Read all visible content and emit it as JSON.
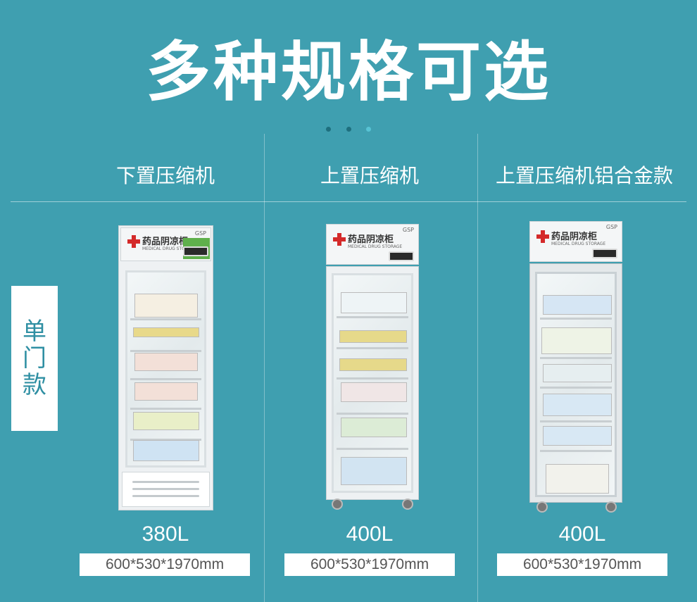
{
  "title": "多种规格可选",
  "colors": {
    "background": "#3f9fb0",
    "dot_dark": "#1e6f7e",
    "dot_light": "#58c3d4"
  },
  "columns": [
    {
      "title": "下置压缩机",
      "capacity": "380L",
      "dimensions": "600*530*1970mm",
      "brand": "药品阴凉柜",
      "brand_sub": "MEDICAL DRUG STORAGE",
      "gsp": "GSP"
    },
    {
      "title": "上置压缩机",
      "capacity": "400L",
      "dimensions": "600*530*1970mm",
      "brand": "药品阴凉柜",
      "brand_sub": "MEDICAL DRUG STORAGE",
      "gsp": "GSP"
    },
    {
      "title": "上置压缩机铝合金款",
      "capacity": "400L",
      "dimensions": "600*530*1970mm",
      "brand": "药品阴凉柜",
      "brand_sub": "MEDICAL DRUG STORAGE",
      "gsp": "GSP"
    }
  ],
  "side_label": "单门款"
}
